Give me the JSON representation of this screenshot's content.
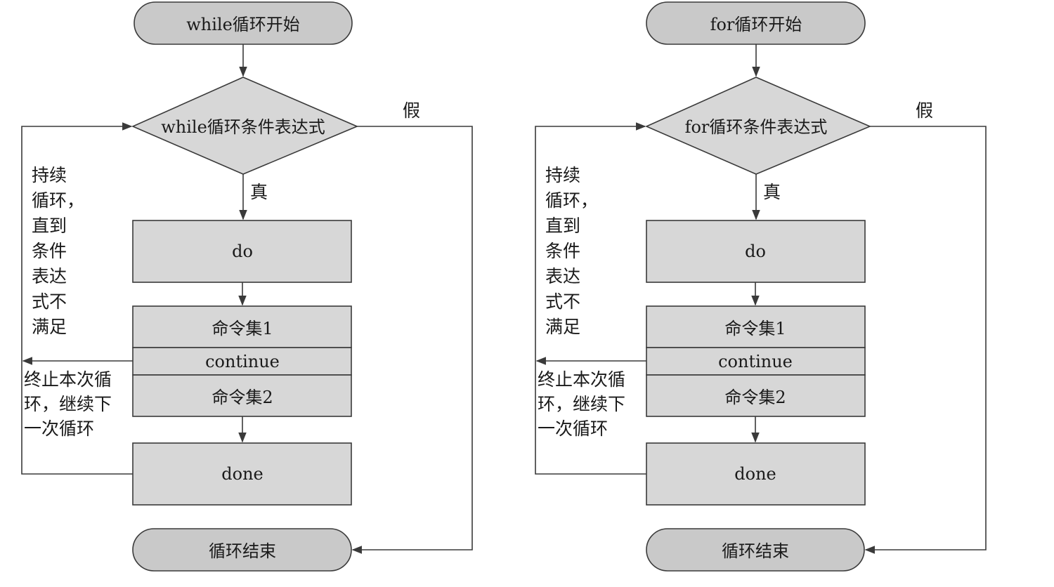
{
  "flowcharts": [
    {
      "start": "while循环开始",
      "condition": "while循环条件表达式",
      "false_label": "假",
      "true_label": "真",
      "do": "do",
      "commands1": "命令集1",
      "continue": "continue",
      "commands2": "命令集2",
      "done": "done",
      "end": "循环结束",
      "loop_note": [
        "持续",
        "循环，",
        "直到",
        "条件",
        "表达",
        "式不",
        "满足"
      ],
      "continue_note": [
        "终止本次循",
        "环，继续下",
        "一次循环"
      ]
    },
    {
      "start": "for循环开始",
      "condition": "for循环条件表达式",
      "false_label": "假",
      "true_label": "真",
      "do": "do",
      "commands1": "命令集1",
      "continue": "continue",
      "commands2": "命令集2",
      "done": "done",
      "end": "循环结束",
      "loop_note": [
        "持续",
        "循环，",
        "直到",
        "条件",
        "表达",
        "式不",
        "满足"
      ],
      "continue_note": [
        "终止本次循",
        "环，继续下",
        "一次循环"
      ]
    }
  ]
}
